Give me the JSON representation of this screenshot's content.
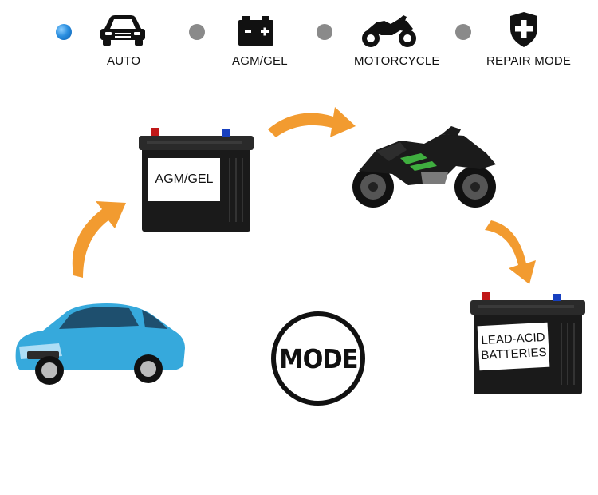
{
  "modes": [
    {
      "label": "AUTO",
      "icon": "car-icon",
      "active": true
    },
    {
      "label": "AGM/GEL",
      "icon": "battery-icon",
      "active": false
    },
    {
      "label": "MOTORCYCLE",
      "icon": "motorcycle-icon",
      "active": false
    },
    {
      "label": "REPAIR MODE",
      "icon": "shield-plus-icon",
      "active": false
    }
  ],
  "diagram": {
    "battery_agm_label": "AGM/GEL",
    "battery_lead_line1": "LEAD-ACID",
    "battery_lead_line2": "BATTERIES",
    "mode_button_label": "MODE"
  },
  "colors": {
    "arrow": "#f29b30",
    "active_dot": "#2b8fe0",
    "inactive_dot": "#8a8a8a",
    "car_body": "#36a9dc",
    "battery_body": "#1a1a1a"
  }
}
